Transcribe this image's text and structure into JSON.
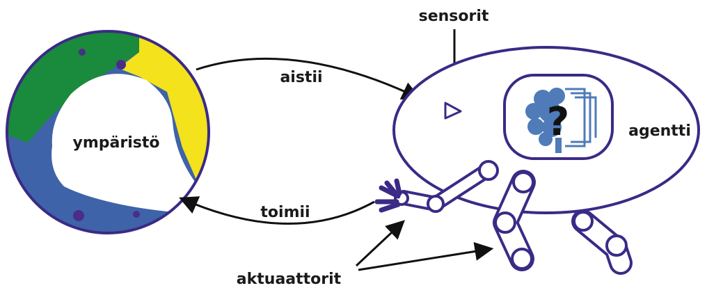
{
  "labels": {
    "environment": "ympäristö",
    "perceives": "aistii",
    "acts": "toimii",
    "sensors": "sensorit",
    "agent": "agentti",
    "actuators": "aktuaattorit",
    "question_mark": "?"
  },
  "colors": {
    "outline": "#3b2a86",
    "green": "#1a8a3c",
    "yellow": "#f3e21c",
    "blue": "#3e63a8",
    "dot": "#4a2d86",
    "brain": "#4f7bb8",
    "arrow": "#111111"
  }
}
